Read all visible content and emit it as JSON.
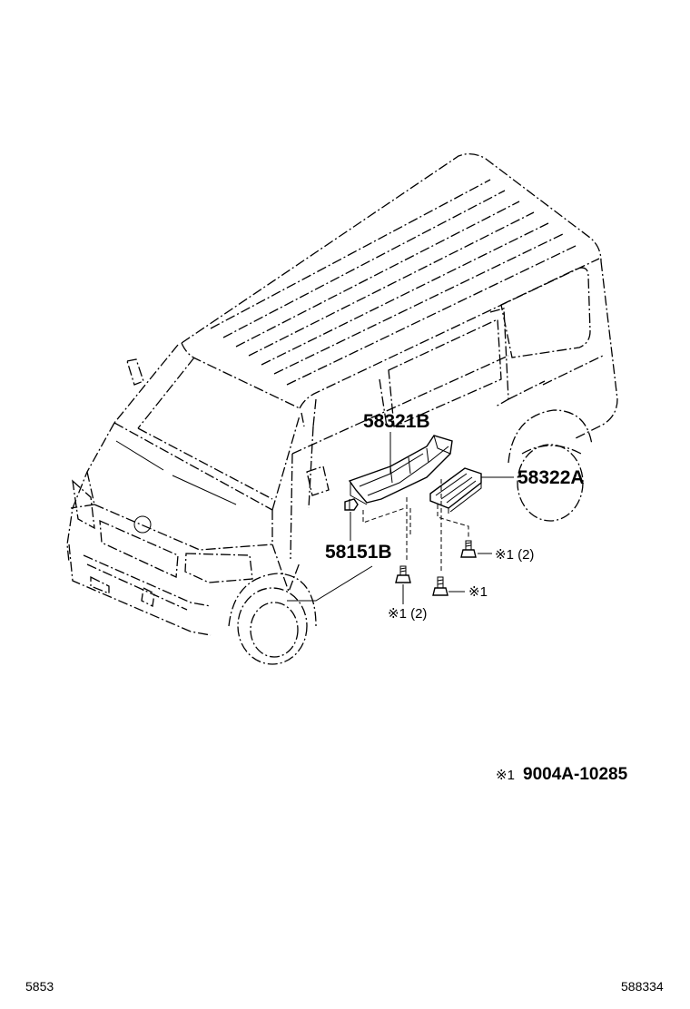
{
  "diagram": {
    "part_labels": {
      "p58321B": "58321B",
      "p58322A": "58322A",
      "p58151B": "58151B"
    },
    "fastener_notes": {
      "note_right_upper": "※1 (2)",
      "note_right_lower": "※1",
      "note_left_lower": "※1 (2)"
    },
    "reference": {
      "mark": "※1",
      "part_number": "9004A-10285"
    },
    "footer": {
      "left_code": "5853",
      "right_code": "588334"
    }
  }
}
